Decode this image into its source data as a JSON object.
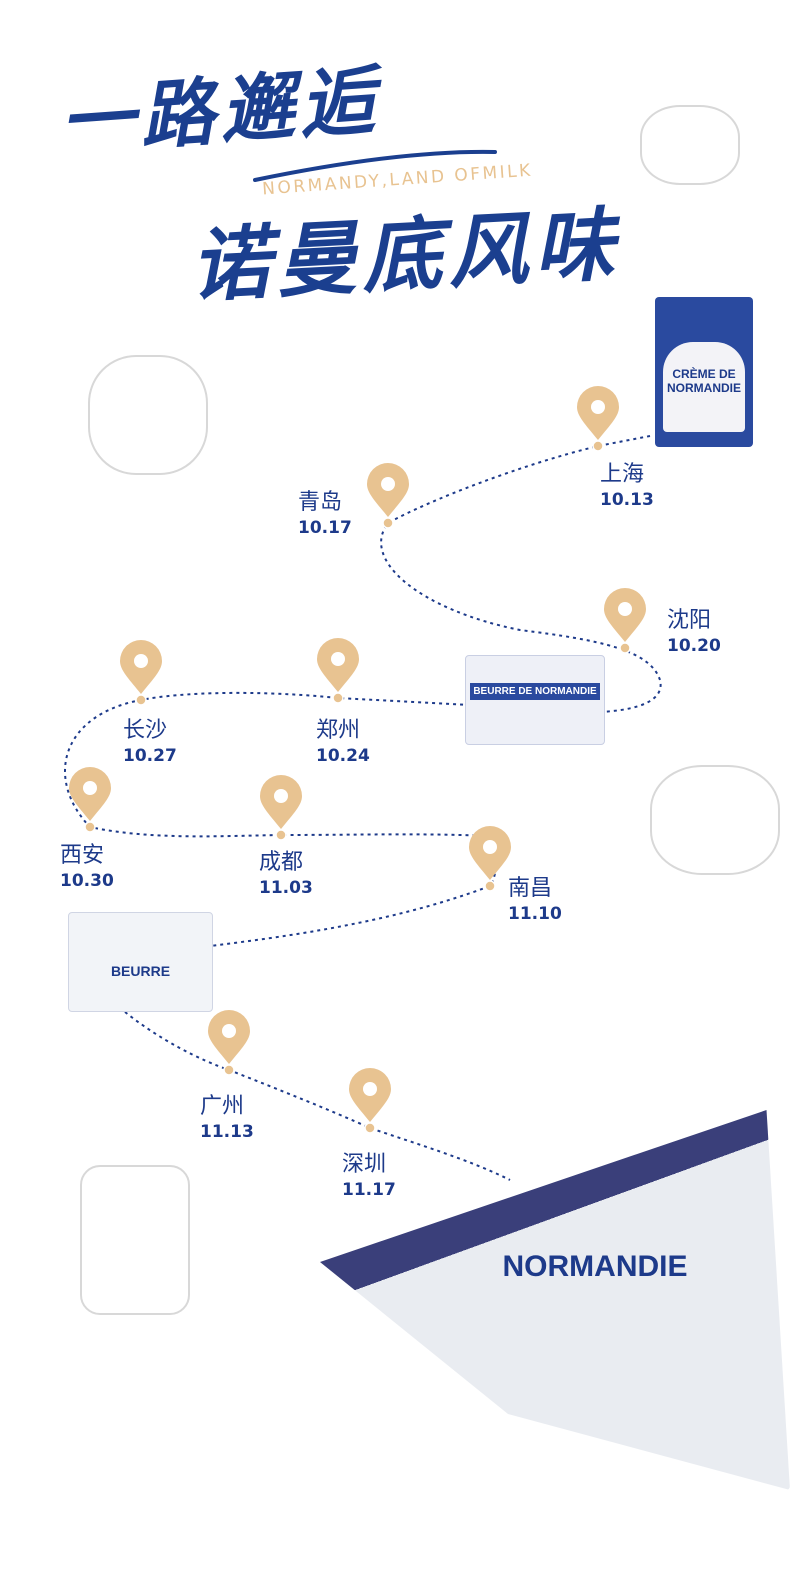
{
  "title": {
    "line1": "一路邂逅",
    "line2": "诺曼底风味",
    "subtitle": "NORMANDY,LAND OFMILK"
  },
  "colors": {
    "navy": "#1d3a8a",
    "pin": "#e8c391"
  },
  "stops": [
    {
      "city": "上海",
      "date": "10.13"
    },
    {
      "city": "青岛",
      "date": "10.17"
    },
    {
      "city": "沈阳",
      "date": "10.20"
    },
    {
      "city": "郑州",
      "date": "10.24"
    },
    {
      "city": "长沙",
      "date": "10.27"
    },
    {
      "city": "西安",
      "date": "10.30"
    },
    {
      "city": "成都",
      "date": "11.03"
    },
    {
      "city": "南昌",
      "date": "11.10"
    },
    {
      "city": "广州",
      "date": "11.13"
    },
    {
      "city": "深圳",
      "date": "11.17"
    }
  ],
  "products": {
    "cream": "CRÈME DE NORMANDIE",
    "butter": "BEURRE DE NORMANDIE",
    "box": "BEURRE",
    "magazine": "NORMANDIE"
  }
}
